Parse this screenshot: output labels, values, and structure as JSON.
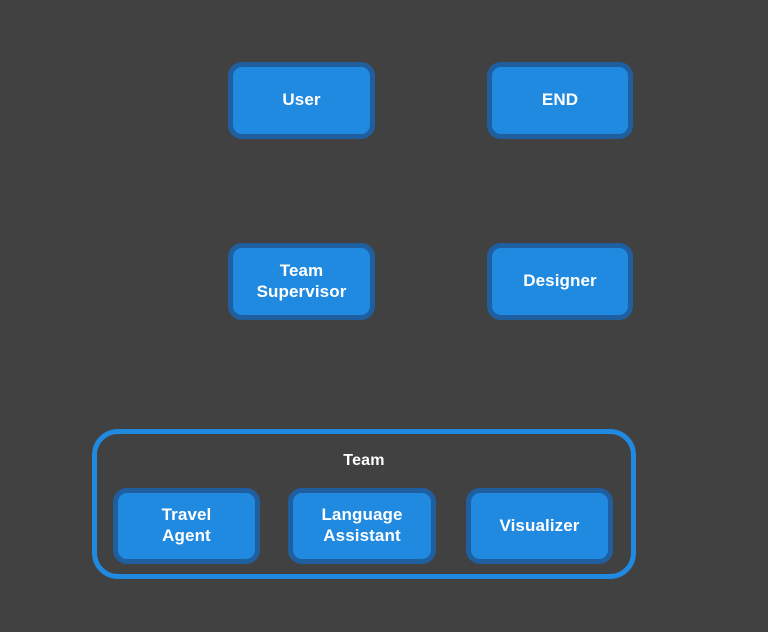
{
  "diagram": {
    "background_color": "#414141",
    "node_fill_color": "#2089e0",
    "node_border_color": "#1f5fa0",
    "cluster_border_color": "#2089e0",
    "node_text_color": "#ffffff",
    "nodes": [
      {
        "id": "user",
        "label": "User"
      },
      {
        "id": "end",
        "label": "END"
      },
      {
        "id": "team_supervisor",
        "label": "Team\nSupervisor"
      },
      {
        "id": "designer",
        "label": "Designer"
      },
      {
        "id": "travel_agent",
        "label": "Travel\nAgent"
      },
      {
        "id": "language_assistant",
        "label": "Language\nAssistant"
      },
      {
        "id": "visualizer",
        "label": "Visualizer"
      }
    ],
    "clusters": [
      {
        "id": "team",
        "title": "Team",
        "members": [
          "travel_agent",
          "language_assistant",
          "visualizer"
        ]
      }
    ]
  }
}
